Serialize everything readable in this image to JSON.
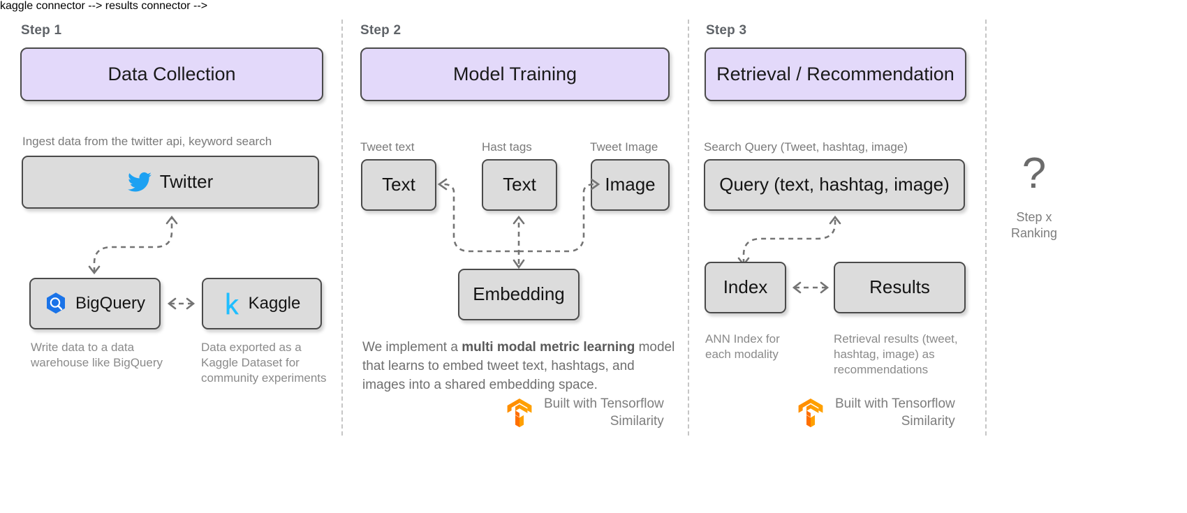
{
  "steps": [
    {
      "label": "Step 1",
      "header": "Data Collection",
      "intro": "Ingest data from the twitter api, keyword search",
      "source_box": "Twitter",
      "source_icon": "twitter-bird-icon",
      "bigquery_box": "BigQuery",
      "bigquery_icon": "bigquery-hexagon-icon",
      "kaggle_box": "Kaggle",
      "kaggle_icon": "kaggle-k-icon",
      "bigquery_caption": "Write data to a data warehouse like BigQuery",
      "kaggle_caption": "Data exported as a Kaggle Dataset for community experiments"
    },
    {
      "label": "Step 2",
      "header": "Model Training",
      "cap_tweet_text": "Tweet text",
      "cap_hash_tags": "Hast tags",
      "cap_tweet_image": "Tweet Image",
      "box_text_left": "Text",
      "box_text_mid": "Text",
      "box_image": "Image",
      "box_embedding": "Embedding",
      "paragraph_pre": "We implement a ",
      "paragraph_bold": "multi modal metric learning",
      "paragraph_post": " model that learns to embed tweet text, hashtags, and  images into a shared embedding space.",
      "footer_line1": "Built with Tensorflow",
      "footer_line2": "Similarity",
      "footer_icon": "tensorflow-logo-icon"
    },
    {
      "label": "Step 3",
      "header": "Retrieval / Recommendation",
      "cap_search_query": "Search Query (Tweet, hashtag, image)",
      "box_query": "Query (text, hashtag, image)",
      "box_index": "Index",
      "box_results": "Results",
      "index_caption": "ANN Index for each modality",
      "results_caption": "Retrieval results (tweet, hashtag, image) as recommendations",
      "footer_line1": "Built with Tensorflow",
      "footer_line2": "Similarity",
      "footer_icon": "tensorflow-logo-icon"
    }
  ],
  "future": {
    "question_mark": "?",
    "caption_line1": "Step x",
    "caption_line2": "Ranking"
  },
  "colors": {
    "header_fill": "#e3d9fa",
    "node_fill": "#dcdcdc",
    "node_border": "#4a4a4a",
    "connector": "#747474",
    "caption_text": "#8a8a8a",
    "step_label": "#5f6368",
    "twitter_blue": "#1da1f2",
    "kaggle_blue": "#20beff",
    "bigquery_blue": "#1a73e8",
    "tensorflow_orange": "#ff8c00",
    "divider": "#c6c6c6"
  }
}
